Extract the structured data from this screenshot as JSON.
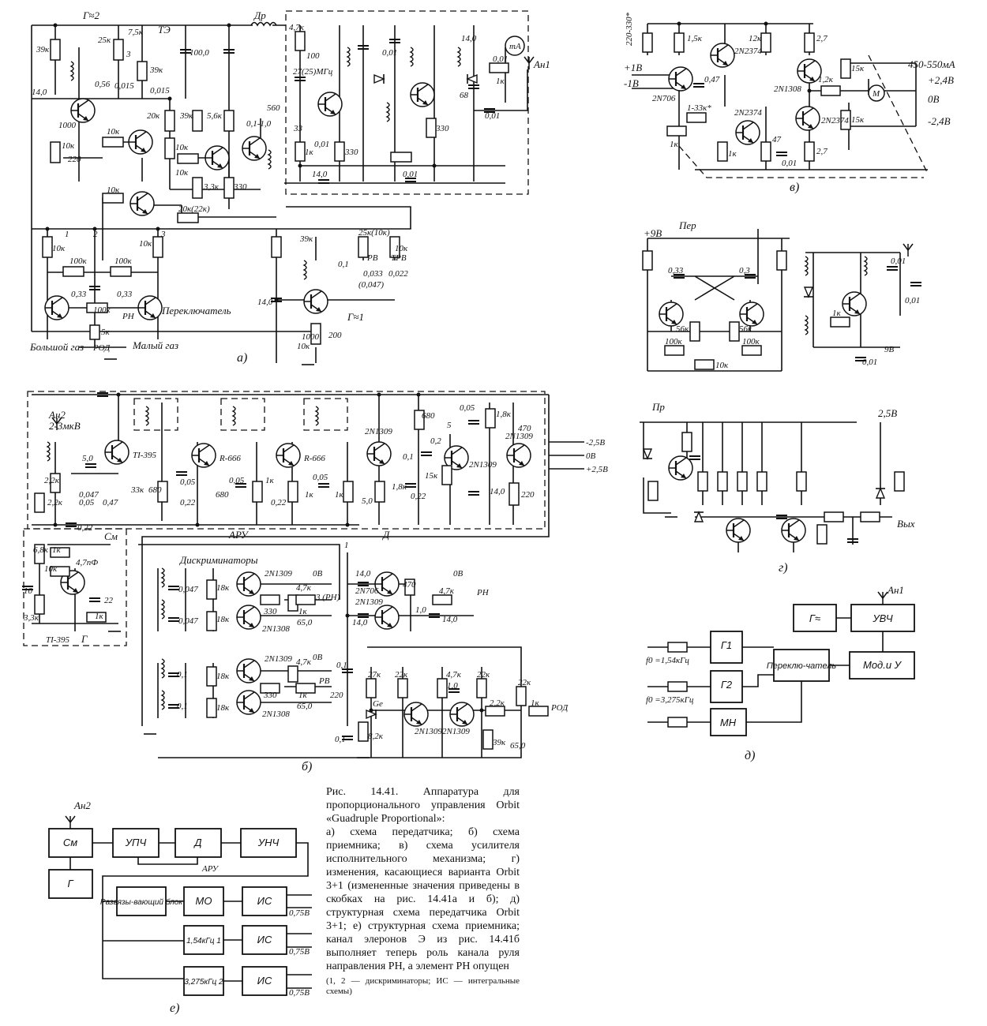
{
  "panels": {
    "a": "а)",
    "b": "б)",
    "v": "в)",
    "g": "г)",
    "d": "д)",
    "e": "е)"
  },
  "transmitter": {
    "ground_symbols": [
      "Г≈2",
      "Г≈1"
    ],
    "choke": "Др",
    "antenna": "Ан1",
    "meter": "mA",
    "thermistor": "ТЭ",
    "values": [
      "39к",
      "25к",
      "7,5к",
      "39к",
      "100,0",
      "3",
      "0,015",
      "0,015",
      "0,56",
      "14,0",
      "1000",
      "10к",
      "220",
      "10к",
      "20к",
      "39к",
      "5,6к",
      "0,1-1,0",
      "560",
      "10к",
      "10к",
      "3,3к",
      "330",
      "10к",
      "20к(22к)",
      "4,7к",
      "100",
      "27(25)МГц",
      "33",
      "1к",
      "0,01",
      "330",
      "0,01",
      "14,0",
      "0,01",
      "14,0",
      "0,01",
      "68",
      "1к",
      "330",
      "0,01",
      "10к",
      "100к",
      "0,33",
      "100к",
      "0,33",
      "100к",
      "5к",
      "10к",
      "39к",
      "25к(10к)",
      "10к",
      "0,1",
      "0,033",
      "0,022",
      "(0,047)",
      "14,0",
      "1000",
      "10к",
      "200"
    ],
    "pots": [
      "РВ",
      "ТРВ",
      "РН",
      "РОД"
    ],
    "channel_numbers": [
      "1",
      "2",
      "3"
    ],
    "switch_label": "Переключатель",
    "big_gas": "Большой газ",
    "small_gas": "Малый газ"
  },
  "receiver": {
    "antenna": "Ан2",
    "sensitivity": "2-3мкВ",
    "transistors": [
      "TI-395",
      "R-666",
      "R-666",
      "2N1309",
      "2N1309",
      "2N1309",
      "TI-395",
      "2N1309",
      "2N1308",
      "2N706",
      "2N1309",
      "2N1309",
      "2N1308",
      "2N1309",
      "2N1309"
    ],
    "values": [
      "5,0",
      "2,2к",
      "2,2к",
      "0,047",
      "0,05",
      "0,47",
      "33к",
      "680",
      "0,05",
      "0,22",
      "680",
      "0,05",
      "1к",
      "0,22",
      "1к",
      "0,05",
      "1к",
      "680",
      "0,1",
      "0,2",
      "15к",
      "5",
      "0,05",
      "1,8к",
      "470",
      "1,8к",
      "5,0",
      "0,22",
      "14,0",
      "220",
      "0,22",
      "6,8к",
      "1к",
      "10к",
      "4,7пФ",
      "10",
      "3,3к",
      "1к",
      "22",
      "0,047",
      "0,047",
      "18к",
      "18к",
      "4,7к",
      "330",
      "1к",
      "65,0",
      "14,0",
      "470",
      "4,7к",
      "1,0",
      "14,0",
      "14,0",
      "0,1",
      "0,1",
      "18к",
      "18к",
      "4,7к",
      "330",
      "1к",
      "65,0",
      "0,1",
      "220",
      "27к",
      "22к",
      "4,7к",
      "22к",
      "1,0",
      "22к",
      "8,2к",
      "0,1",
      "2,2к",
      "1к",
      "39к",
      "65,0"
    ],
    "labels": [
      "См",
      "АРУ",
      "Д",
      "Г",
      "Дискриминаторы",
      "1",
      "Ge"
    ],
    "outputs": [
      "0В",
      "3 (РН)",
      "0В",
      "РН",
      "0В",
      "РВ",
      "РОД"
    ],
    "supply": [
      "-2,5В",
      "0В",
      "+2,5В"
    ]
  },
  "servo": {
    "values": [
      "220-330*",
      "1,5к",
      "12к",
      "2,7",
      "0,47",
      "1-33к*",
      "1к",
      "1к",
      "47",
      "0,01",
      "1,2к",
      "15к",
      "15к",
      "2,7"
    ],
    "transistors": [
      "2N706",
      "2N2374",
      "2N1308",
      "2N2374",
      "2N2374"
    ],
    "inputs": [
      "+1В",
      "-1В"
    ],
    "outputs": [
      "450-550мА",
      "+2,4В",
      "0В",
      "-2,4В"
    ],
    "motor": "M"
  },
  "orbit31": {
    "supply": "+9В",
    "pulse_label": "Пер",
    "values": [
      "0,33",
      "0,3",
      "56к",
      "56к",
      "100к",
      "100к",
      "10к",
      "1к",
      "0,01",
      "0,01",
      "0,01",
      "9В"
    ],
    "pr_label": "Пр",
    "pr_supply": "2,5В",
    "out_label": "Вых"
  },
  "block_tx": {
    "antenna": "Ан1",
    "osc": "Г≈",
    "rf": "УВЧ",
    "g1": "Г1",
    "g2": "Г2",
    "mn": "МН",
    "switch": "Переклю-чатель",
    "mod": "Мод.и У",
    "f1": "f0 =1,54кГц",
    "f2": "f0 =3,275кГц"
  },
  "block_rx": {
    "antenna": "Ан2",
    "mixer": "См",
    "lo": "Г",
    "if_amp": "УПЧ",
    "det": "Д",
    "af_amp": "УНЧ",
    "agc": "АРУ",
    "buffer": "Развязы-вающий блок",
    "mo": "МО",
    "is": "ИС",
    "ch1": "1,54кГц 1",
    "ch2": "3,275кГц 2",
    "v1": "0,75В",
    "v2": "0,75В",
    "v3": "0,75В"
  },
  "caption": {
    "title": "Рис. 14.41. Аппаратура для пропорционального управления Orbit «Guadruple Proportional»:",
    "body": "а) схема передатчика; б) схема приемника; в) схема усилителя исполнительного механизма; г) изменения, касающиеся варианта Orbit 3+1 (измененные значения приведены в скобках на рис. 14.41а и б); д) структурная схема передатчика Orbit 3+1; е) структурная схема приемника; канал элеронов Э из рис. 14.41б выполняет теперь роль канала руля направления РН, а элемент РН опущен",
    "note": "(1, 2 — дискриминаторы; ИС — интегральные схемы)"
  }
}
